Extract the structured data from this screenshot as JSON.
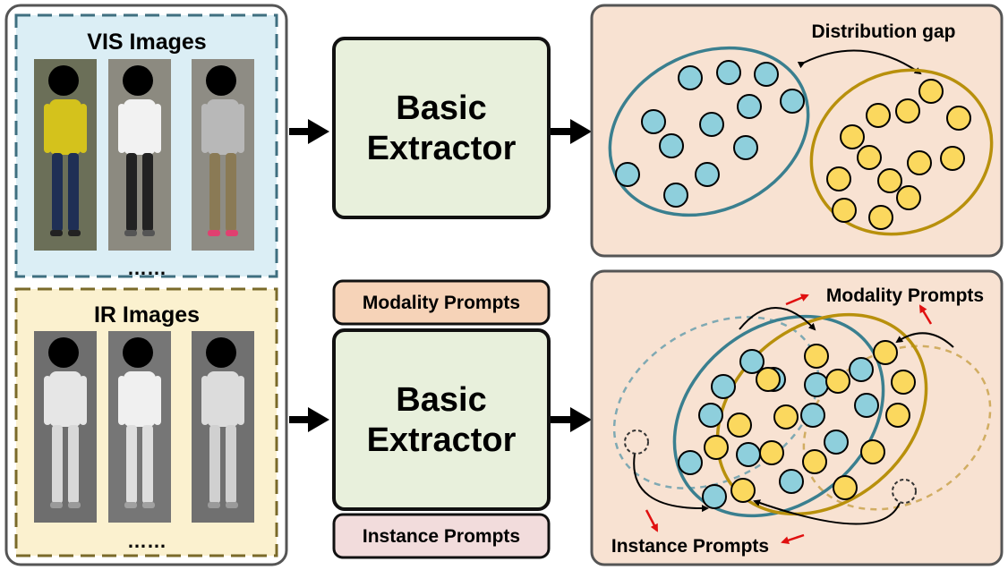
{
  "left_panel": {
    "vis_title": "VIS Images",
    "ir_title": "IR Images",
    "ellipsis": "……",
    "vis_people": [
      {
        "top": "#d4c21c",
        "bottom": "#1f2f55",
        "skin": "#c59a7a",
        "shoe": "#222222",
        "bg": "#6b6f58"
      },
      {
        "top": "#f2f2f2",
        "bottom": "#222222",
        "skin": "#e2c2a6",
        "shoe": "#555555",
        "bg": "#8c8a80"
      },
      {
        "top": "#b8b8b8",
        "bottom": "#8a7a55",
        "skin": "#d0a080",
        "shoe": "#e04070",
        "bg": "#8e8c84"
      }
    ],
    "ir_people": [
      {
        "top": "#e6e6e6",
        "bottom": "#d8d8d8",
        "skin": "#cfcfcf",
        "shoe": "#9a9a9a",
        "bg": "#6e6e6e"
      },
      {
        "top": "#f0f0f0",
        "bottom": "#dedede",
        "skin": "#d4d4d4",
        "shoe": "#a0a0a0",
        "bg": "#767676"
      },
      {
        "top": "#dcdcdc",
        "bottom": "#d0d0d0",
        "skin": "#c8c8c8",
        "shoe": "#9a9a9a",
        "bg": "#707070"
      }
    ]
  },
  "extractors": {
    "top_label_line1": "Basic",
    "top_label_line2": "Extractor",
    "bottom_label_line1": "Basic",
    "bottom_label_line2": "Extractor",
    "modality_prompts_label": "Modality Prompts",
    "instance_prompts_label": "Instance Prompts"
  },
  "right_top": {
    "gap_label": "Distribution gap"
  },
  "right_bottom": {
    "modality_prompts_label": "Modality Prompts",
    "instance_prompts_label": "Instance Prompts"
  },
  "colors": {
    "vis_bg": "#dbeef5",
    "vis_border": "#3f6f80",
    "ir_bg": "#fbf1cf",
    "ir_border": "#7a6a2a",
    "extractor_fill": "#e8f0dc",
    "modality_box": "#f6d3b8",
    "instance_box": "#f2dcdc",
    "result_panel": "#f8e2d2",
    "blue_dot": "#8ecfdc",
    "blue_ellipse": "#3a7f8f",
    "yellow_dot": "#fbd85e",
    "yellow_ellipse": "#b8900c",
    "prompt_arrow": "#e01010"
  }
}
